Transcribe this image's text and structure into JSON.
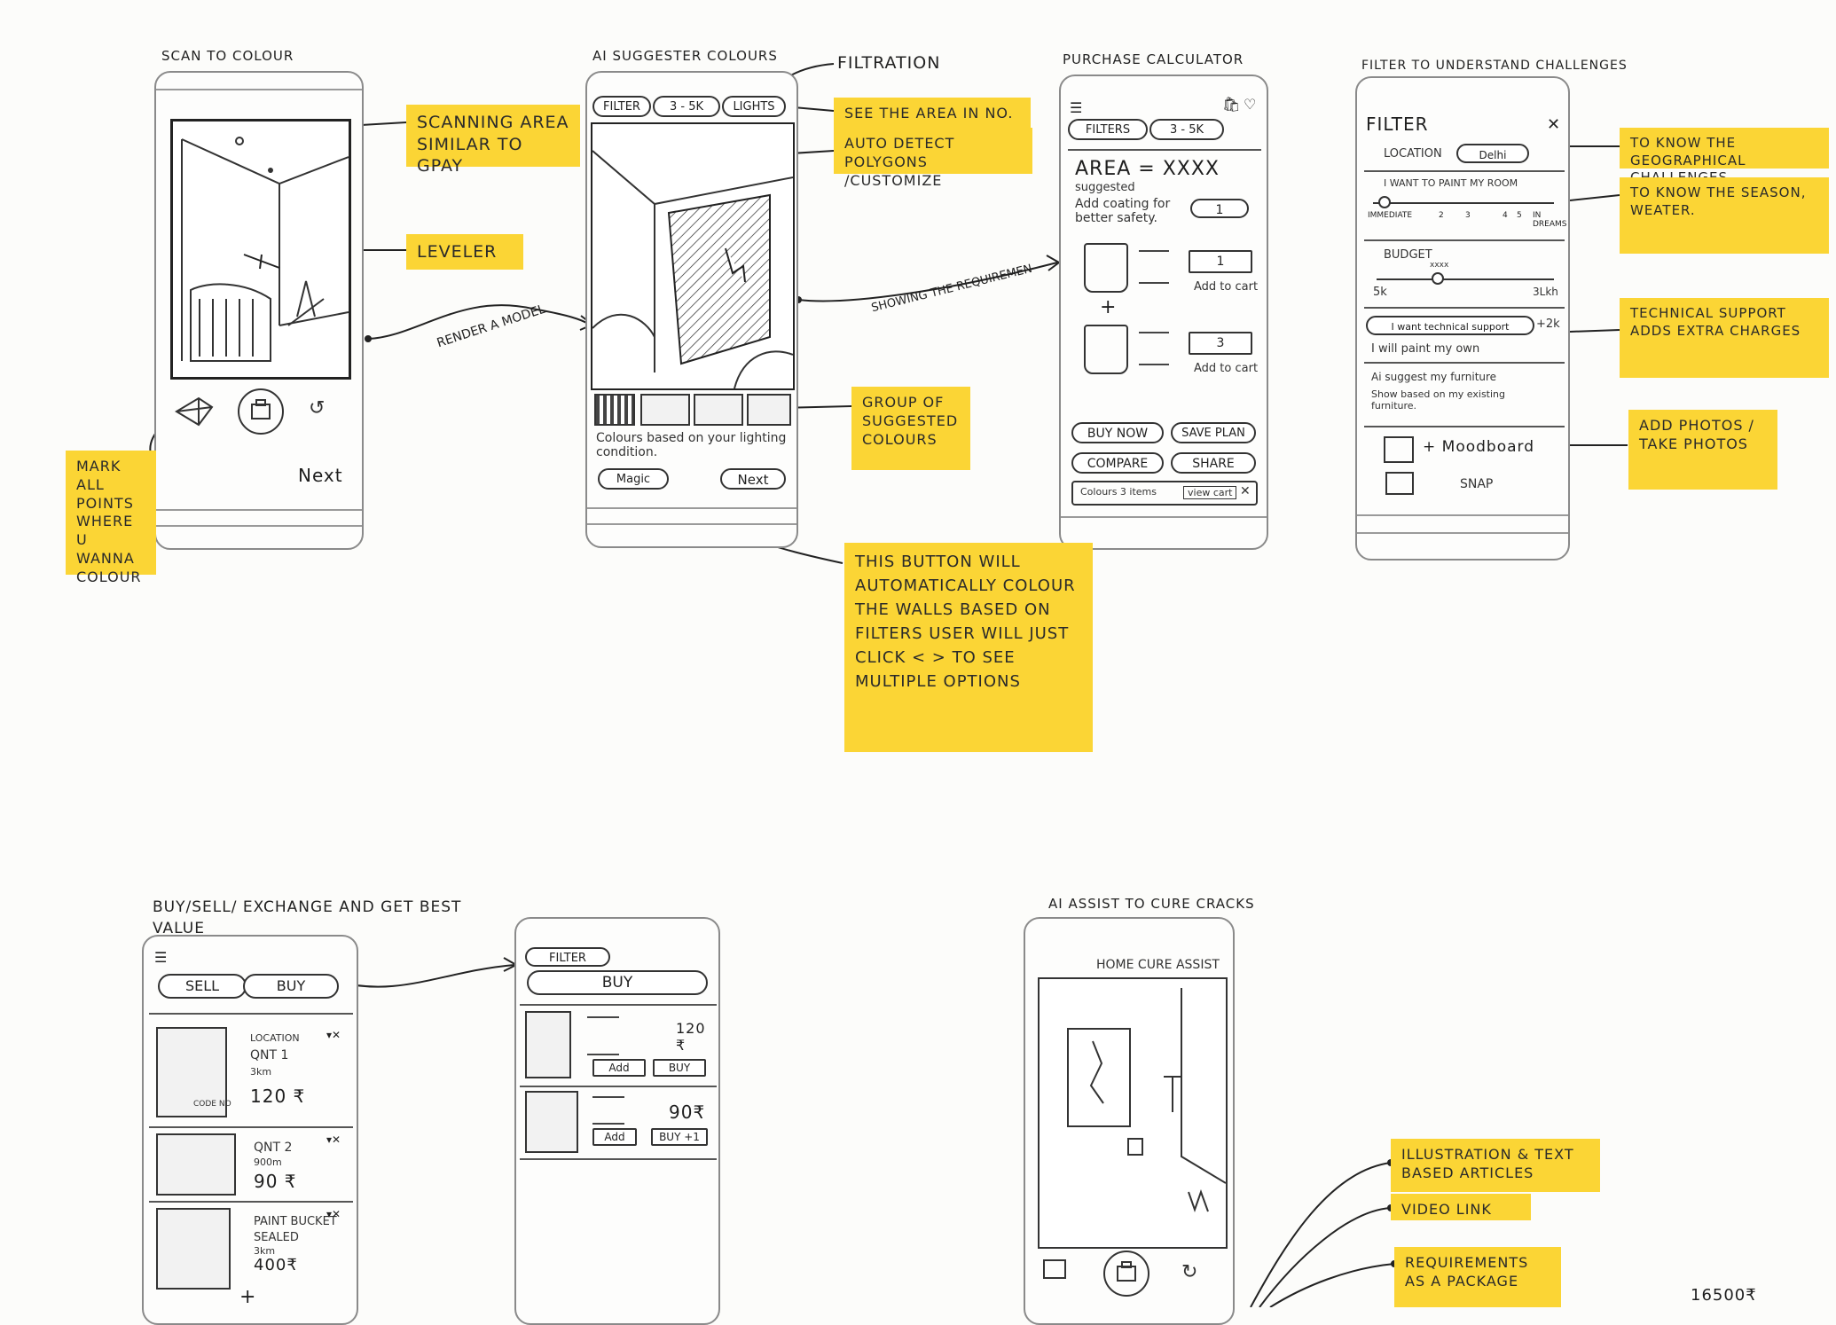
{
  "titles": {
    "scan": "Scan to colour",
    "ai_suggest": "Ai suggester colours",
    "purchase": "Purchase calculator",
    "filter_challenges": "Filter to understand challenges",
    "buy_sell": "BUY/SELL/ EXCHANGE AND GET BEST VALUE",
    "ai_cracks": "Ai ASSIST TO CURE CRACKS"
  },
  "connector_labels": {
    "render_model": "RENDER A MODEL",
    "showing_requirement": "SHOWING THE REQUIREMEN",
    "filtration": "FILTRATION"
  },
  "notes": {
    "scanning_area": "SCANNING AREA SIMILAR TO GPAY",
    "leveler": "LEVELER",
    "mark_points": "MARK ALL POINTS WHERE U WANNA COLOUR",
    "see_area": "SEE THE AREA IN NO.",
    "auto_detect": "AUTO DETECT POLYGONS /CUSTOMIZE",
    "group_colours": "GROUP OF SUGGESTED COLOURS",
    "magic_button": "THIS BUTTON WILL AUTOMATICALLY COLOUR THE WALLS BASED ON FILTERS USER WILL JUST CLICK < > TO SEE MULTIPLE OPTIONS",
    "geo": "To know THE GEOGRAPHICAL CHALLENGES",
    "season": "To know THE SEASON, WEATER.",
    "tech_support": "TECHNICAL SUPPORT ADDS EXTRA CHARGES",
    "add_photos": "ADD PHOTOS / TAKE PHOTOS",
    "articles": "ILLUSTRATION & TEXT BASED ARTICLES",
    "video": "VIDEO LINK",
    "package": "REQUIREMENTS AS A PACKAGE"
  },
  "scan_screen": {
    "next": "Next"
  },
  "ai_screen": {
    "filters": [
      "FILTER",
      "3 - 5K",
      "LIGHTS"
    ],
    "caption": "Colours based on your lighting condition.",
    "magic": "Magic",
    "next": "Next"
  },
  "purchase_screen": {
    "filters": [
      "FILTERS",
      "3 - 5K"
    ],
    "area": "AREA = XXXX",
    "suggested": "suggested",
    "coating": "Add coating for better safety.",
    "qty1": "1",
    "qty2": "3",
    "add_to_cart": "Add to cart",
    "buy_now": "BUY NOW",
    "save_plan": "SAVE PLAN",
    "compare": "COMPARE",
    "share": "SHARE",
    "cart_items": "Colours 3 items",
    "view_cart": "view cart",
    "plus": "+"
  },
  "filter_screen": {
    "title": "FILTER",
    "location_label": "LOCATION",
    "location_value": "Delhi",
    "paint_room": "I WANT TO PAINT MY ROOM",
    "timeline": [
      "IMMEDIATE",
      "2",
      "3",
      "4",
      "5",
      "IN DREAMS"
    ],
    "budget": "BUDGET",
    "budget_min": "5k",
    "budget_max": "3Lkh",
    "budget_marker": "xxxx",
    "tech_support": "I want technical support",
    "tech_extra": "+2k",
    "paint_own": "I will paint my own",
    "ai_furniture": "Ai suggest my furniture",
    "show_existing": "Show based on my existing furniture.",
    "moodboard": "Moodboard",
    "snap": "SNAP"
  },
  "sell_screen": {
    "sell": "SELL",
    "buy": "BUY",
    "items": [
      {
        "line1": "LOCATION",
        "line2": "QNT 1",
        "line3": "3km",
        "price": "120 ₹",
        "code": "CODE NO"
      },
      {
        "line1": "QNT 2",
        "line2": "900m",
        "line3": "",
        "price": "90 ₹",
        "code": ""
      },
      {
        "line1": "PAINT BUCKET",
        "line2": "SEALED",
        "line3": "3km",
        "price": "400₹",
        "code": ""
      }
    ],
    "plus": "+"
  },
  "buy_screen": {
    "filter": "FILTER",
    "buy": "BUY",
    "items": [
      {
        "price": "120 ₹",
        "add": "Add",
        "buy": "BUY"
      },
      {
        "price": "90₹",
        "add": "Add",
        "buy": "BUY +1"
      }
    ]
  },
  "cure_screen": {
    "header": "HOME CURE ASSIST"
  },
  "stray": "16500₹"
}
